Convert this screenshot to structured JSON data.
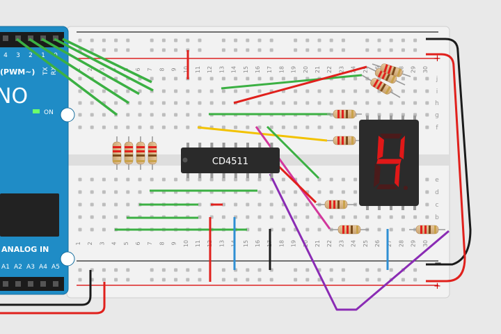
{
  "chip": {
    "label": "CD4511"
  },
  "display": {
    "digit": "4",
    "segment_color": "#e01818"
  },
  "arduino": {
    "label_pwm": "(PWM~)",
    "label_analog": "ANALOG IN",
    "label_on": "ON",
    "label_logo": "NO",
    "label_tx": "TX",
    "label_rx": "RX",
    "pin_numbers_top": [
      "4",
      "3",
      "2",
      "1",
      "0"
    ],
    "pin_numbers_bottom": [
      "A1",
      "A2",
      "A3",
      "A4",
      "A5"
    ]
  },
  "breadboard": {
    "column_numbers": [
      "1",
      "2",
      "3",
      "4",
      "5",
      "6",
      "7",
      "8",
      "9",
      "10",
      "11",
      "12",
      "13",
      "14",
      "15",
      "16",
      "17",
      "18",
      "19",
      "20",
      "21",
      "22",
      "23",
      "24",
      "25",
      "26",
      "27",
      "28",
      "29",
      "30"
    ],
    "row_letters_top": [
      "j",
      "i",
      "h",
      "g",
      "f"
    ],
    "row_letters_bottom": [
      "e",
      "d",
      "c",
      "b",
      "a"
    ],
    "rail_plus": "+",
    "rail_minus": "−"
  },
  "colors": {
    "wire_green": "#3bb043",
    "wire_red": "#e0201c",
    "wire_yellow": "#f2c200",
    "wire_purple": "#8a2bb4",
    "wire_magenta": "#d2379c",
    "wire_blue": "#2f8fd3",
    "wire_black": "#1a1a1a",
    "arduino_blue": "#1f8cc6"
  }
}
